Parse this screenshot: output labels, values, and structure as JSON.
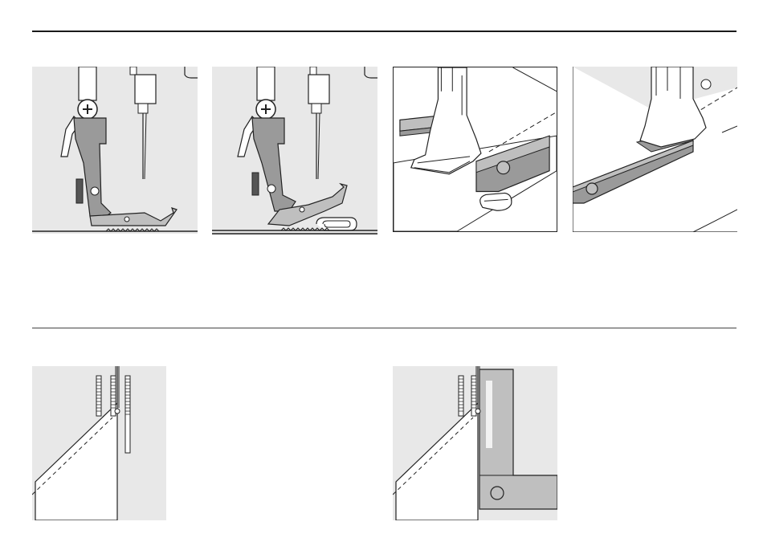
{
  "page": {
    "background": "#ffffff",
    "rule_color": "#1a1a1a"
  },
  "colors": {
    "panel_bg": "#e8e8e8",
    "metal": "#bfbfbf",
    "metal_dark": "#9a9a9a",
    "line": "#222222",
    "guide": "#9c9c9c"
  },
  "illustrations": [
    {
      "id": "fig-foot-side-flat",
      "icon": "presser-foot-side-view-icon"
    },
    {
      "id": "fig-foot-side-tilted",
      "icon": "presser-foot-height-compensation-icon"
    },
    {
      "id": "fig-foot-front-compensation",
      "icon": "presser-foot-compensation-plates-icon"
    },
    {
      "id": "fig-foot-front-compensation-rear",
      "icon": "presser-foot-compensation-plate-rear-icon"
    },
    {
      "id": "fig-corner-diagram-left",
      "icon": "feed-dog-corner-diagram-icon"
    },
    {
      "id": "fig-corner-diagram-right",
      "icon": "feed-dog-corner-plate-diagram-icon"
    }
  ]
}
